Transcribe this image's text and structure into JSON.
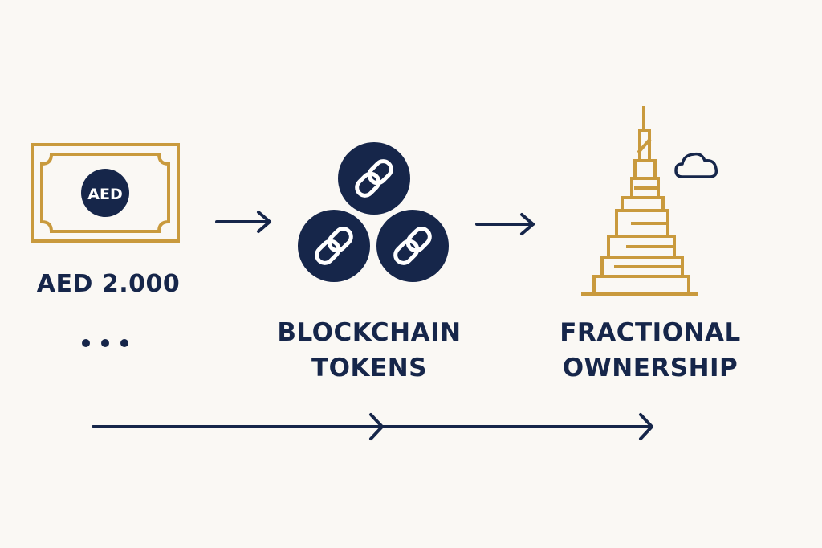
{
  "steps": [
    {
      "label": "AED 2.000",
      "note": "..."
    },
    {
      "label_line1": "BLOCKCHAIN",
      "label_line2": "TOKENS"
    },
    {
      "label_line1": "FRACTIONAL",
      "label_line2": "OWNERSHIP"
    }
  ],
  "banknote": {
    "currency": "AED"
  },
  "icons": [
    "banknote-icon",
    "chain-link-coins-icon",
    "tower-icon",
    "cloud-icon",
    "arrow-icon"
  ],
  "colors": {
    "navy": "#16264A",
    "gold": "#C99A3D",
    "background": "#FAF8F4"
  }
}
